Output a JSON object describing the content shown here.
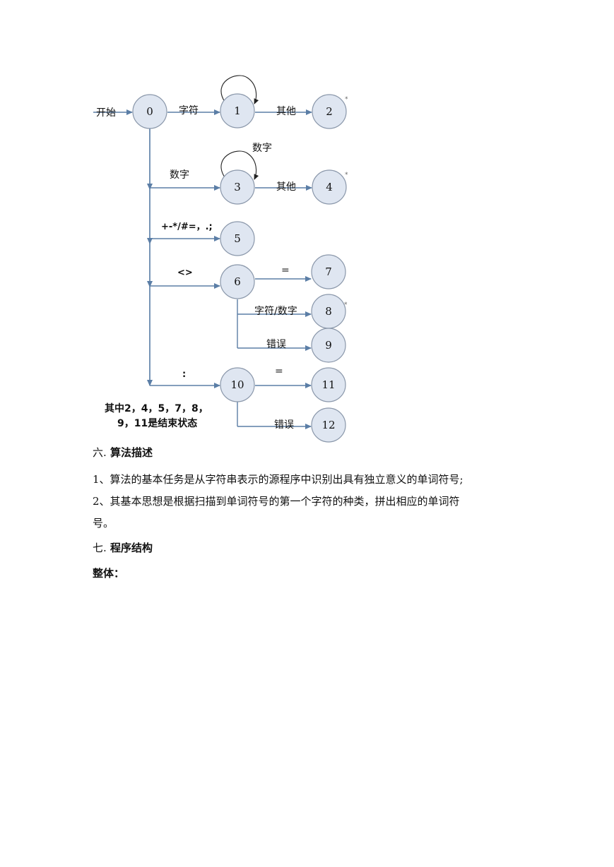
{
  "diagram": {
    "start_label": "开始",
    "states": [
      {
        "id": "s0",
        "label": "0"
      },
      {
        "id": "s1",
        "label": "1"
      },
      {
        "id": "s2",
        "label": "2"
      },
      {
        "id": "s3",
        "label": "3"
      },
      {
        "id": "s4",
        "label": "4"
      },
      {
        "id": "s5",
        "label": "5"
      },
      {
        "id": "s6",
        "label": "6"
      },
      {
        "id": "s7",
        "label": "7"
      },
      {
        "id": "s8",
        "label": "8"
      },
      {
        "id": "s9",
        "label": "9"
      },
      {
        "id": "s10",
        "label": "10"
      },
      {
        "id": "s11",
        "label": "11"
      },
      {
        "id": "s12",
        "label": "12"
      }
    ],
    "edge_labels": {
      "e01": "字符",
      "e12": "其他",
      "loop3": "数字",
      "e03": "数字",
      "e34": "其他",
      "e05": "+-*/#=，.;",
      "e06": "<>",
      "e67": "=",
      "e68": "字符/数字",
      "e69": "错误",
      "e010": ":",
      "e1011": "=",
      "e1012": "错误"
    },
    "star": "*",
    "note_line1": "其中2，4，5，7，8，",
    "note_line2": "9，11是结束状态"
  },
  "sections": {
    "six_num": "六.",
    "six_title": "算法描述",
    "para1": "1、算法的基本任务是从字符串表示的源程序中识别出具有独立意义的单词符号;",
    "para2_line1": "2、其基本思想是根据扫描到单词符号的第一个字符的种类，拼出相应的单词符",
    "para2_line2": "号。",
    "seven_num": "七.",
    "seven_title": "程序结构",
    "whole": "整体："
  }
}
